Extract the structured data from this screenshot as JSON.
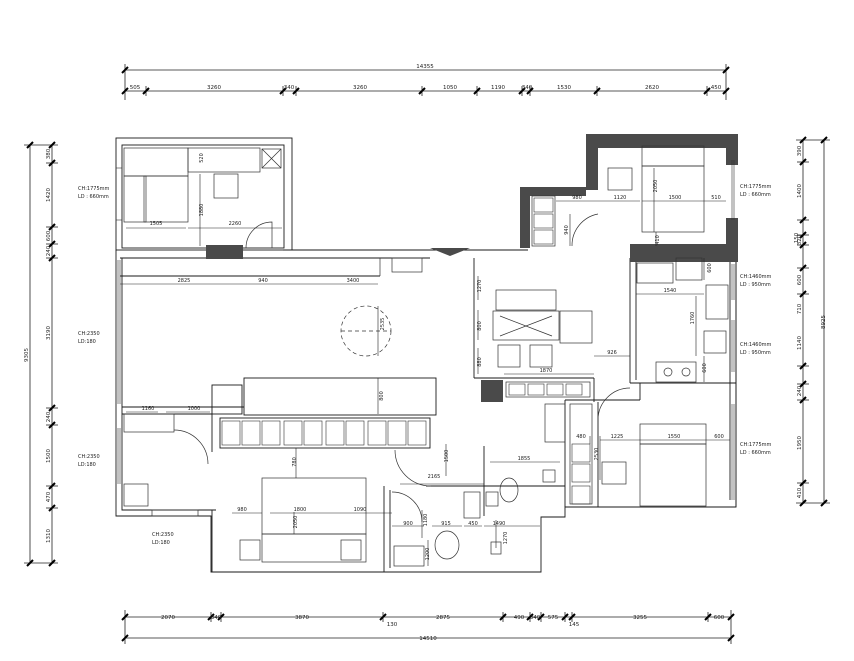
{
  "dims_top": {
    "overall": "14355",
    "segments": [
      "505",
      "3260",
      "340",
      "3260",
      "1050",
      "1190",
      "340",
      "1530",
      "2620",
      "450"
    ]
  },
  "dims_bottom": {
    "overall": "14510",
    "segments": [
      "2070",
      "340",
      "3870",
      "2875",
      "490",
      "340",
      "575",
      "3255",
      "600"
    ],
    "sub": [
      "130",
      "145"
    ]
  },
  "dims_left": {
    "overall": "9305",
    "segments": [
      "380",
      "1420",
      "600",
      "240",
      "3190",
      "240",
      "1500",
      "470",
      "1310"
    ]
  },
  "dims_right": {
    "overall": "8925",
    "segments": [
      "390",
      "1400",
      "150",
      "320",
      "600",
      "710",
      "1140",
      "240",
      "1950",
      "410"
    ]
  },
  "interior_dims": {
    "d1505": "1505",
    "d2260": "2260",
    "d1880": "1880",
    "d520": "520",
    "d2825": "2825",
    "d940a": "940",
    "d3400": "3400",
    "d2535": "2535",
    "d1160": "1160",
    "d1000": "1000",
    "d780": "780",
    "d800b": "800",
    "d1800": "1800",
    "d2050a": "2050",
    "d980a": "980",
    "d1090": "1090",
    "d2165": "2165",
    "d1500b": "1500",
    "d900": "900",
    "d915": "915",
    "d450": "450",
    "d1490": "1490",
    "d1180": "1180",
    "d1270": "1270",
    "d1200": "1200",
    "d1855": "1855",
    "d1270b": "1270",
    "d800": "800",
    "d880": "880",
    "d1870": "1870",
    "d926": "926",
    "d980b": "980",
    "d1120": "1120",
    "d1500": "1500",
    "d510": "510",
    "d2050b": "2050",
    "d410": "410",
    "d940b": "940",
    "d1540": "1540",
    "d600a": "600",
    "d1760": "1760",
    "d600b": "600",
    "d480": "480",
    "d1225": "1225",
    "d1550": "1550",
    "d600c": "600",
    "d2530": "2530"
  },
  "notes": {
    "n1a": "CH:1775mm",
    "n1b": "LD : 660mm",
    "n2a": "CH:2350",
    "n2b": "LD:180",
    "n3a": "CH:2350",
    "n3b": "LD:180",
    "n4a": "CH:2350",
    "n4b": "LD:180",
    "n5a": "CH:1775mm",
    "n5b": "LD : 660mm",
    "n6a": "CH:1460mm",
    "n6b": "LD : 950mm",
    "n7a": "CH:1460mm",
    "n7b": "LD : 950mm",
    "n8a": "CH:1775mm",
    "n8b": "LD : 660mm"
  },
  "colors": {
    "line": "#1a1a1a",
    "wall_fill": "#4a4a4a",
    "furniture": "#333333",
    "dim": "#222222"
  }
}
